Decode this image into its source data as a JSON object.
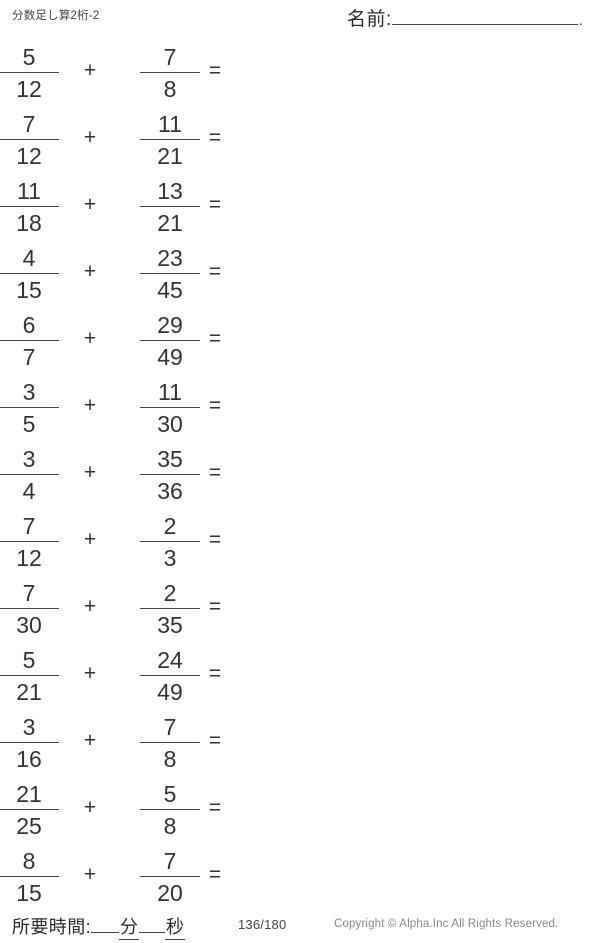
{
  "header": {
    "title": "分数足し算2桁-2",
    "name_label": "名前:",
    "name_trailing_dot": "."
  },
  "operators": {
    "plus": "+",
    "equals": "="
  },
  "problems": [
    {
      "left_numerator": "5",
      "left_denominator": "12",
      "right_numerator": "7",
      "right_denominator": "8"
    },
    {
      "left_numerator": "7",
      "left_denominator": "12",
      "right_numerator": "11",
      "right_denominator": "21"
    },
    {
      "left_numerator": "11",
      "left_denominator": "18",
      "right_numerator": "13",
      "right_denominator": "21"
    },
    {
      "left_numerator": "4",
      "left_denominator": "15",
      "right_numerator": "23",
      "right_denominator": "45"
    },
    {
      "left_numerator": "6",
      "left_denominator": "7",
      "right_numerator": "29",
      "right_denominator": "49"
    },
    {
      "left_numerator": "3",
      "left_denominator": "5",
      "right_numerator": "11",
      "right_denominator": "30"
    },
    {
      "left_numerator": "3",
      "left_denominator": "4",
      "right_numerator": "35",
      "right_denominator": "36"
    },
    {
      "left_numerator": "7",
      "left_denominator": "12",
      "right_numerator": "2",
      "right_denominator": "3"
    },
    {
      "left_numerator": "7",
      "left_denominator": "30",
      "right_numerator": "2",
      "right_denominator": "35"
    },
    {
      "left_numerator": "5",
      "left_denominator": "21",
      "right_numerator": "24",
      "right_denominator": "49"
    },
    {
      "left_numerator": "3",
      "left_denominator": "16",
      "right_numerator": "7",
      "right_denominator": "8"
    },
    {
      "left_numerator": "21",
      "left_denominator": "25",
      "right_numerator": "5",
      "right_denominator": "8"
    },
    {
      "left_numerator": "8",
      "left_denominator": "15",
      "right_numerator": "7",
      "right_denominator": "20"
    }
  ],
  "footer": {
    "time_label": "所要時間:",
    "time_unit_minutes": "分",
    "time_unit_seconds": "秒",
    "page_number": "136/180",
    "copyright": "Copyright ©  Alpha.Inc All Rights Reserved."
  }
}
